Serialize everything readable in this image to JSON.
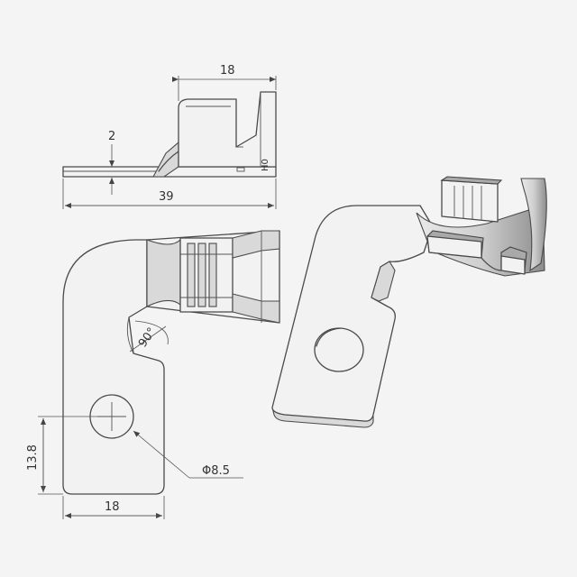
{
  "dimensions": {
    "top_width": "18",
    "thickness": "2",
    "total_length": "39",
    "angle": "90°",
    "hole_offset": "13.8",
    "hole_diameter": "Φ8.5",
    "bottom_width": "18"
  },
  "marking": "H0"
}
